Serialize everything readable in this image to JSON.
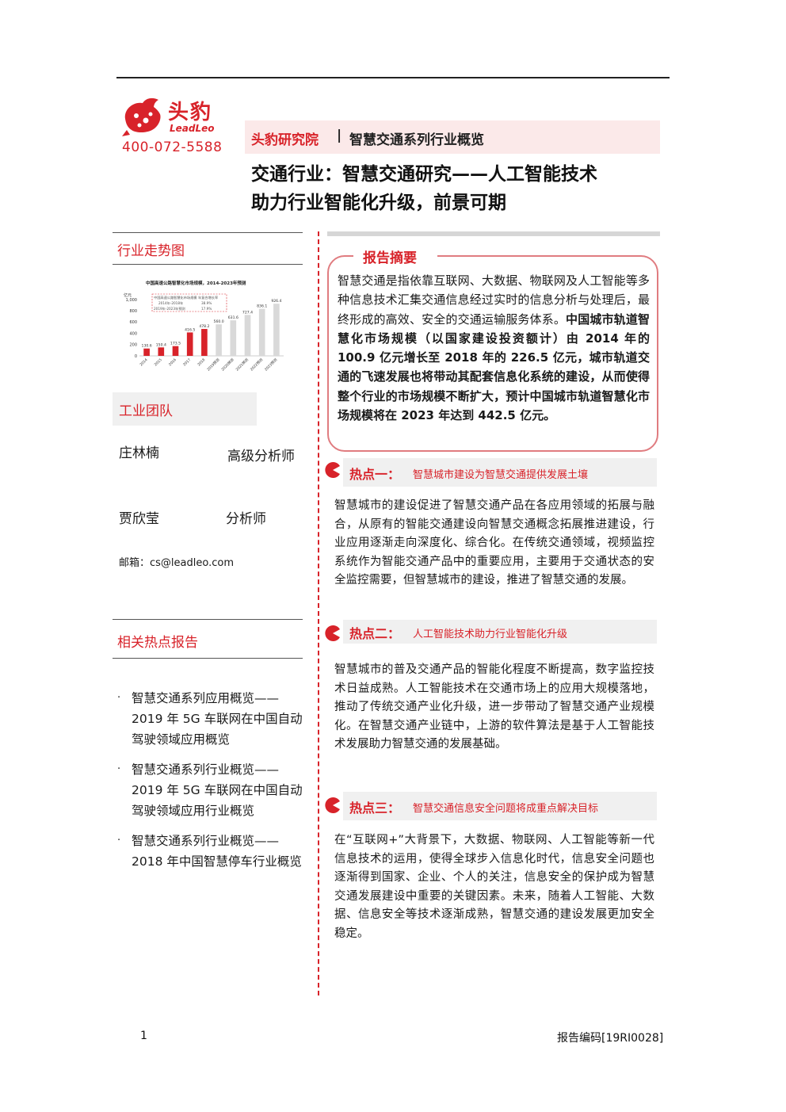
{
  "header": {
    "logo_cn": "头豹",
    "logo_en": "LeadLeo",
    "phone": "400-072-5588",
    "institute": "头豹研究院",
    "separator": "|",
    "series": "智慧交通系列行业概览",
    "title_line1": "交通行业：智慧交通研究——人工智能技术",
    "title_line2": "助力行业智能化升级，前景可期"
  },
  "sidebar": {
    "trend_title": "行业走势图",
    "team_title": "工业团队",
    "team": [
      {
        "name": "庄林楠",
        "role": "高级分析师"
      },
      {
        "name": "贾欣莹",
        "role": "分析师"
      }
    ],
    "email": "邮箱：cs@leadleo.com",
    "related_title": "相关热点报告",
    "related": [
      {
        "bullet": "·",
        "text": "智慧交通系列应用概览——2019 年 5G 车联网在中国自动驾驶领域应用概览"
      },
      {
        "bullet": "·",
        "text": "智慧交通系列行业概览——2019 年 5G 车联网在中国自动驾驶领域应用行业概览"
      },
      {
        "bullet": "·",
        "text": "智慧交通系列行业概览——2018 年中国智慧停车行业概览"
      }
    ]
  },
  "chart_data": {
    "type": "bar",
    "title": "中国高速公路智慧化市场规模，2014-2023年预测",
    "ylabel": "亿元",
    "ylim": [
      0,
      1000
    ],
    "yticks": [
      "1,000",
      "800",
      "600",
      "400",
      "200",
      "0"
    ],
    "legend": [
      "中国高速公路智慧化市场规模",
      "年复合增长率",
      "2014年-2018年",
      "2019年-2023年预测",
      "38.9%",
      "17.9%"
    ],
    "categories": [
      "2014",
      "2015",
      "2016",
      "2017",
      "2018",
      "2019预测",
      "2020预测",
      "2021预测",
      "2022预测",
      "2023预测"
    ],
    "values": [
      130.6,
      150.4,
      173.5,
      416.5,
      478.2,
      560.0,
      631.6,
      727.4,
      836.1,
      926.4
    ],
    "labels": [
      "130.6",
      "150.4",
      "173.5",
      "416.5",
      "478.2",
      "560.0",
      "631.6",
      "727.4",
      "836.1",
      "926.4"
    ],
    "colors": {
      "actual": "#d8232a",
      "forecast": "#d9d9d9"
    }
  },
  "abstract": {
    "tag": "报告摘要",
    "normal": "智慧交通是指依靠互联网、大数据、物联网及人工智能等多种信息技术汇集交通信息经过实时的信息分析与处理后，最终形成的高效、安全的交通运输服务体系。",
    "bold": "中国城市轨道智慧化市场规模（以国家建设投资额计）由 2014 年的 100.9 亿元增长至 2018 年的 226.5 亿元，城市轨道交通的飞速发展也将带动其配套信息化系统的建设，从而使得整个行业的市场规模不断扩大，预计中国城市轨道智慧化市场规模将在 2023 年达到 442.5 亿元。"
  },
  "hotspots": [
    {
      "label": "热点一：",
      "caption": "智慧城市建设为智慧交通提供发展土壤",
      "body": "智慧城市的建设促进了智慧交通产品在各应用领域的拓展与融合，从原有的智能交通建设向智慧交通概念拓展推进建设，行业应用逐渐走向深度化、综合化。在传统交通领域，视频监控系统作为智能交通产品中的重要应用，主要用于交通状态的安全监控需要，但智慧城市的建设，推进了智慧交通的发展。"
    },
    {
      "label": "热点二：",
      "caption": "人工智能技术助力行业智能化升级",
      "body": "智慧城市的普及交通产品的智能化程度不断提高，数字监控技术日益成熟。人工智能技术在交通市场上的应用大规模落地，推动了传统交通产业化升级，进一步带动了智慧交通产业规模化。在智慧交通产业链中，上游的软件算法是基于人工智能技术发展助力智慧交通的发展基础。"
    },
    {
      "label": "热点三：",
      "caption": "智慧交通信息安全问题将成重点解决目标",
      "body": "在“互联网+”大背景下，大数据、物联网、人工智能等新一代信息技术的运用，使得全球步入信息化时代，信息安全问题也逐渐得到国家、企业、个人的关注，信息安全的保护成为智慧交通发展建设中重要的关键因素。未来，随着人工智能、大数据、信息安全等技术逐渐成熟，智慧交通的建设发展更加安全稳定。"
    }
  ],
  "footer": {
    "page": "1",
    "code": "报告编码[19RI0028]"
  }
}
